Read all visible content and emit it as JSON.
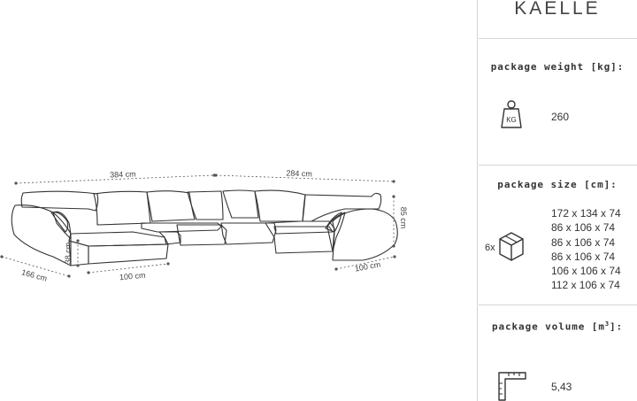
{
  "brand": {
    "name": "KAELLE"
  },
  "dimensions": {
    "total_width": "384 cm",
    "right_width": "284 cm",
    "height": "85 cm",
    "depth": "166 cm",
    "seat_height": "38 cm",
    "chaise_width": "100 cm",
    "end_depth": "100 cm"
  },
  "package_weight": {
    "heading": "package weight [kg]:",
    "value": "260",
    "icon": "kg-weight-icon",
    "icon_label": "KG"
  },
  "package_size": {
    "heading": "package size [cm]:",
    "count": "6x",
    "icon": "box-icon",
    "items": [
      "172 x 134 x 74",
      "86 x 106 x 74",
      "86 x 106 x 74",
      "86 x 106 x 74",
      "106 x 106 x 74",
      "112 x 106 x 74"
    ]
  },
  "package_volume": {
    "heading_prefix": "package volume [m",
    "heading_sup": "3",
    "heading_suffix": "]:",
    "value": "5,43",
    "icon": "volume-ruler-icon"
  },
  "colors": {
    "line": "#333333",
    "text": "#333333",
    "divider": "#d4d4d4"
  }
}
